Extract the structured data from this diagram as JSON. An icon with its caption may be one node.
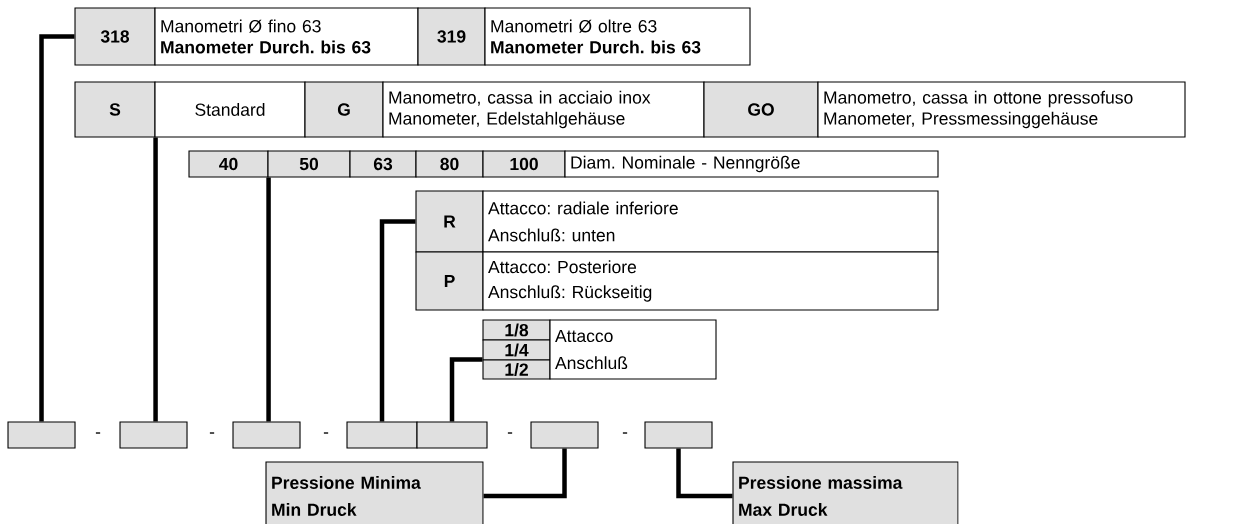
{
  "diagram": {
    "nodes": [
      {
        "text": [
          "318"
        ]
      },
      {
        "text": [
          "Manometri Ø fino 63",
          "Manometer Durch. bis 63"
        ]
      },
      {
        "text": [
          "319"
        ]
      },
      {
        "text": [
          "Manometri Ø oltre 63",
          "Manometer Durch. bis 63"
        ]
      },
      {
        "text": [
          "S"
        ]
      },
      {
        "text": [
          "Standard"
        ]
      },
      {
        "text": [
          "G"
        ]
      },
      {
        "text": [
          "Manometro, cassa in acciaio inox",
          "Manometer, Edelstahlgehäuse"
        ]
      },
      {
        "text": [
          "GO"
        ]
      },
      {
        "text": [
          "Manometro, cassa in ottone pressofuso",
          "Manometer, Pressmessinggehäuse"
        ]
      },
      {
        "text": [
          "40"
        ]
      },
      {
        "text": [
          "50"
        ]
      },
      {
        "text": [
          "63"
        ]
      },
      {
        "text": [
          "80"
        ]
      },
      {
        "text": [
          "100"
        ]
      },
      {
        "text": [
          "Diam. Nominale - Nenngröße"
        ]
      },
      {
        "text": [
          "R"
        ]
      },
      {
        "text": [
          "Attacco: radiale inferiore",
          "Anschluß: unten"
        ]
      },
      {
        "text": [
          "P"
        ]
      },
      {
        "text": [
          "Attacco: Posteriore",
          "Anschluß: Rückseitig"
        ]
      },
      {
        "text": [
          "1/8"
        ]
      },
      {
        "text": [
          "1/4"
        ]
      },
      {
        "text": [
          "1/2"
        ]
      },
      {
        "text": [
          "Attacco",
          "Anschluß"
        ]
      },
      {
        "text": [],
        "shape": "box"
      },
      {
        "text": [],
        "shape": "box"
      },
      {
        "text": [],
        "shape": "box"
      },
      {
        "text": [],
        "shape": "box"
      },
      {
        "text": [],
        "shape": "box"
      },
      {
        "text": [],
        "shape": "box"
      },
      {
        "text": [],
        "shape": "box"
      },
      {
        "text": [
          "Pressione Minima",
          "Min Druck"
        ]
      },
      {
        "text": [
          "Pressione massima",
          "Max Druck"
        ]
      }
    ],
    "edges": [
      {
        "from": 0,
        "to": 24,
        "arrow": "none"
      },
      {
        "from": 4,
        "to": 25,
        "arrow": "none"
      },
      {
        "from": 10,
        "to": 26,
        "arrow": "none"
      },
      {
        "from": 16,
        "to": 27,
        "arrow": "none"
      },
      {
        "from": 22,
        "to": 28,
        "arrow": "none"
      },
      {
        "from": 31,
        "to": 29,
        "arrow": "none"
      },
      {
        "from": 30,
        "to": 32,
        "arrow": "none"
      }
    ],
    "labels": [
      "-",
      "-",
      "-",
      "-",
      "-"
    ]
  }
}
